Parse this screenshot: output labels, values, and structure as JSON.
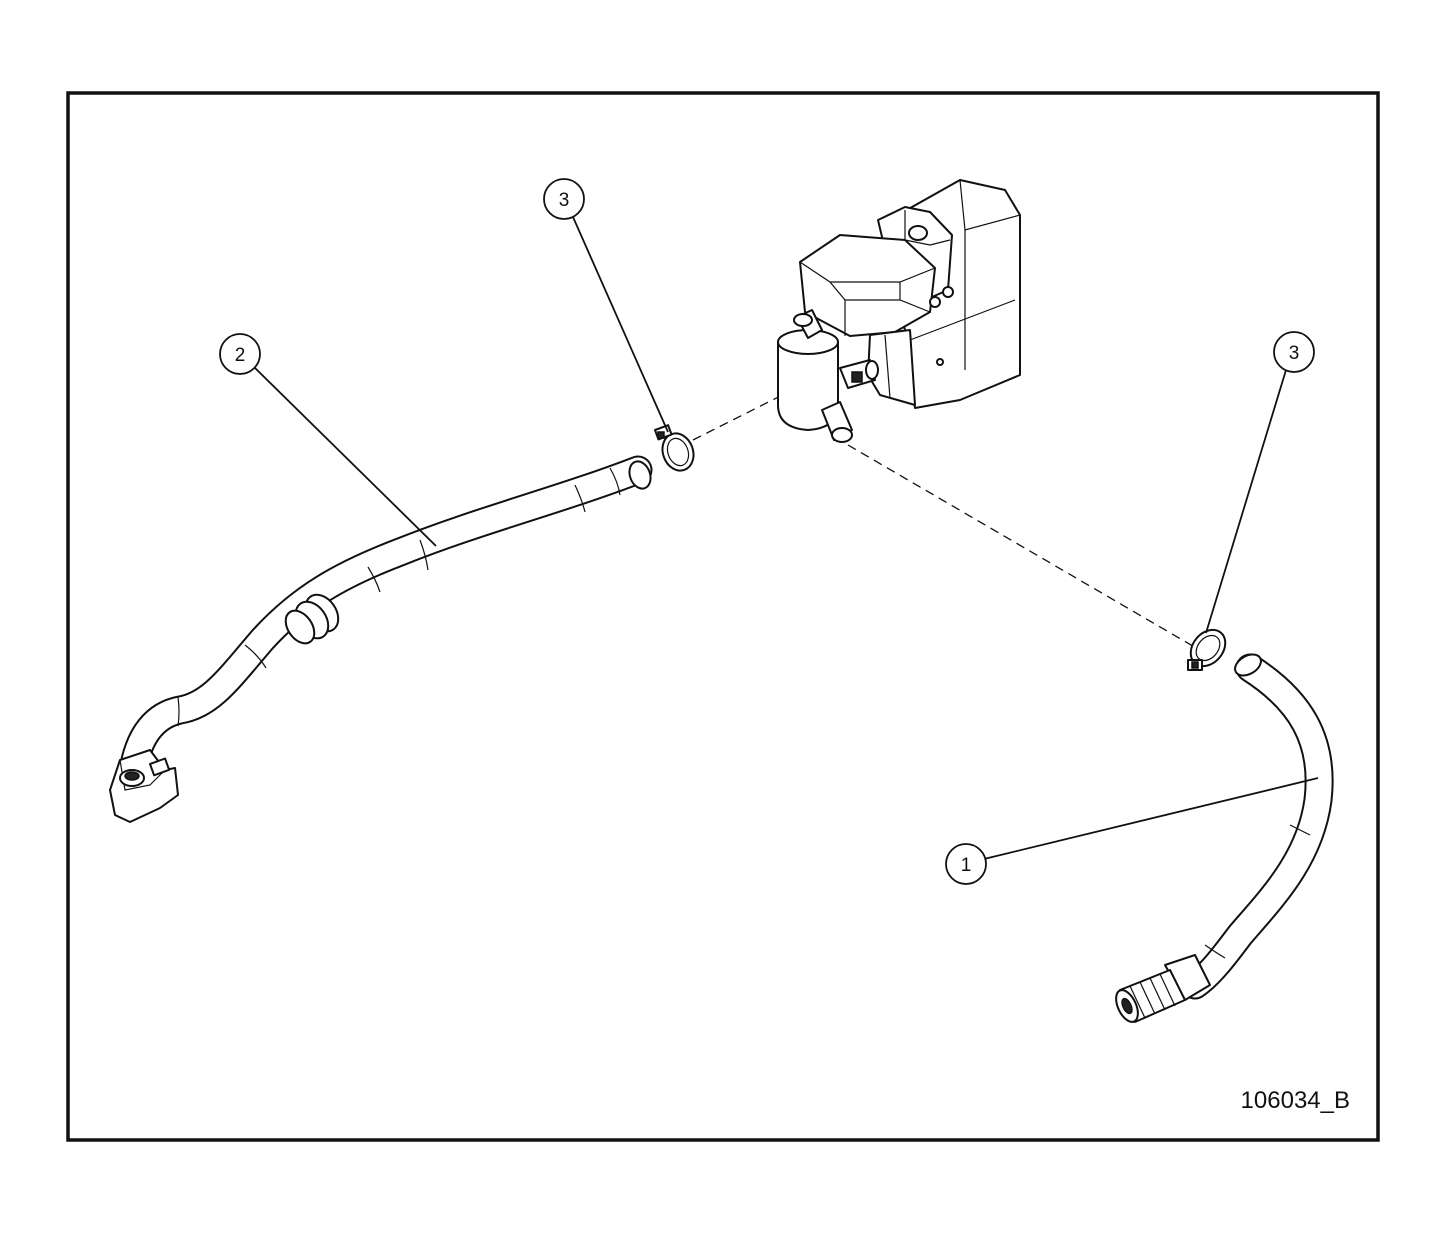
{
  "figure_id": "106034_B",
  "callouts": [
    {
      "label": "1"
    },
    {
      "label": "2"
    },
    {
      "label": "3"
    },
    {
      "label": "3"
    }
  ],
  "colors": {
    "line": "#111111",
    "background": "#ffffff"
  }
}
